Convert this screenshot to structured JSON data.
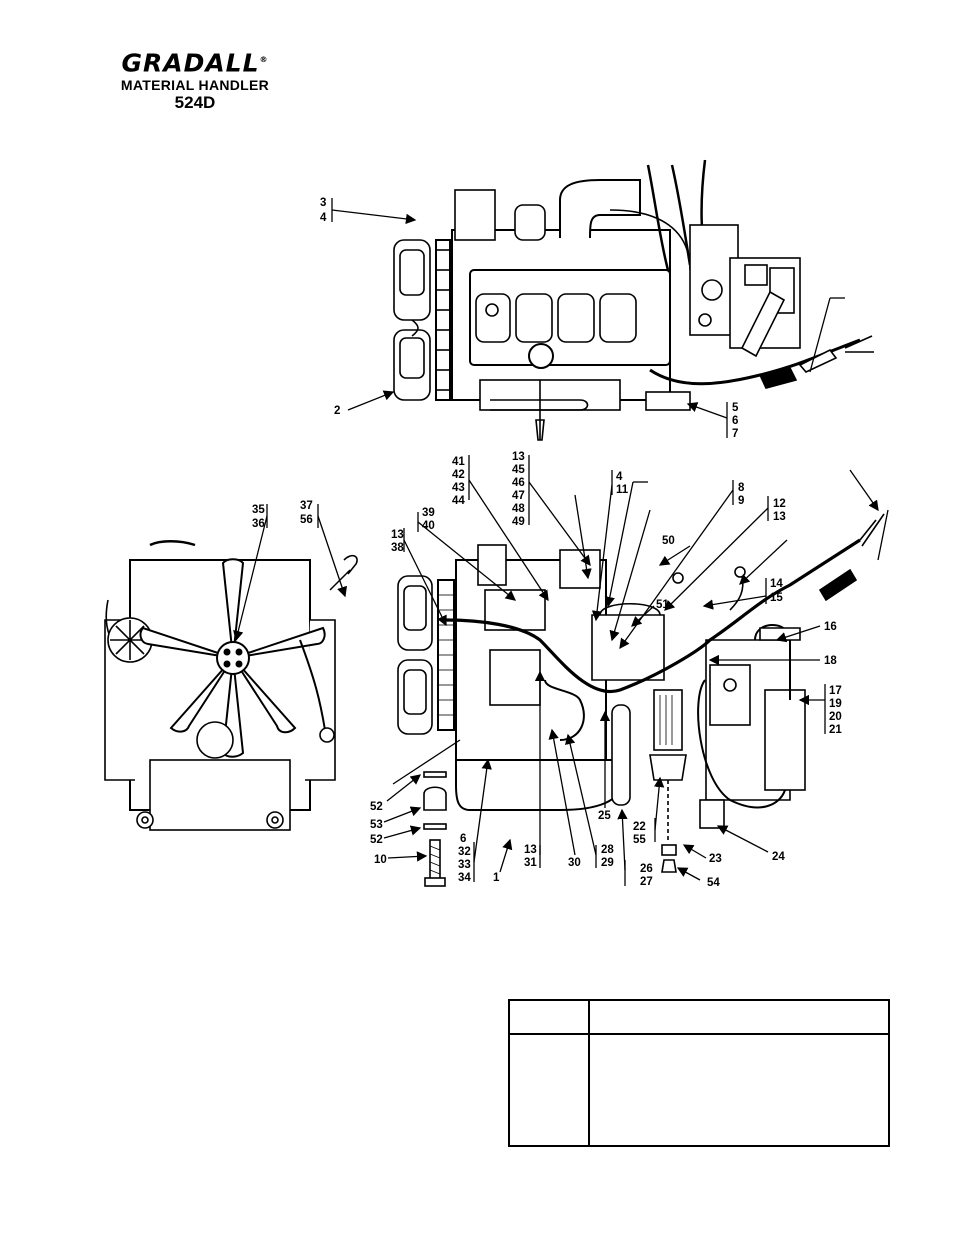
{
  "brand": {
    "logo": "GRADALL",
    "reg": "®",
    "subtitle": "MATERIAL HANDLER",
    "model": "524D"
  },
  "callouts_top": [
    "3",
    "4",
    "2",
    "5",
    "6",
    "7"
  ],
  "callouts_front": [
    "35",
    "36",
    "37",
    "56"
  ],
  "callouts_side": [
    "41",
    "42",
    "43",
    "44",
    "13",
    "45",
    "46",
    "47",
    "48",
    "49",
    "4",
    "11",
    "8",
    "9",
    "12",
    "13",
    "39",
    "40",
    "13",
    "38",
    "50",
    "51",
    "14",
    "15",
    "16",
    "18",
    "17",
    "19",
    "20",
    "21",
    "52",
    "53",
    "52",
    "10",
    "6",
    "32",
    "33",
    "34",
    "1",
    "13",
    "31",
    "30",
    "28",
    "29",
    "25",
    "22",
    "55",
    "26",
    "27",
    "23",
    "54",
    "24"
  ],
  "table": {
    "header_left": "",
    "header_right": "",
    "body_left": "",
    "body_right": ""
  }
}
